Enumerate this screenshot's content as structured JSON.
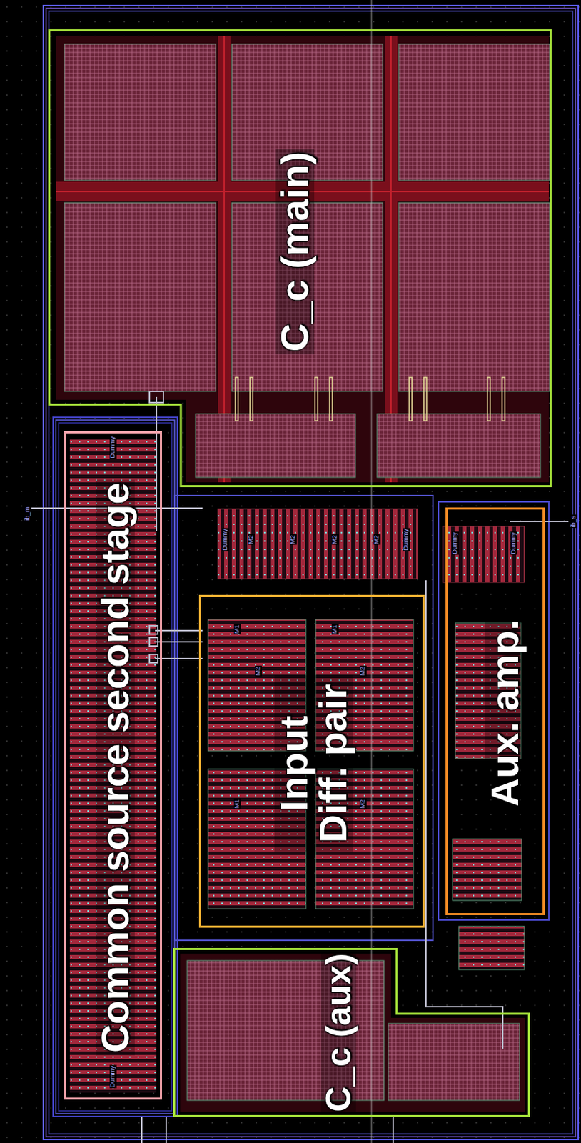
{
  "diagram": {
    "nodes": [
      {
        "text": [
          "C_c (main)"
        ]
      },
      {
        "text": [
          "Common source second stage"
        ]
      },
      {
        "text": [
          "Input Diff. pair"
        ]
      },
      {
        "text": [
          "Aux. amp."
        ]
      },
      {
        "text": [
          "C_c (aux)"
        ]
      }
    ],
    "labels": [
      "ib_m",
      "ib_s",
      "Dummy",
      "Dummy",
      "Dummy",
      "Dummy",
      "Dummy",
      "Dummy",
      "M2",
      "M2",
      "M2",
      "M2",
      "M1",
      "M2",
      "M1",
      "M2",
      "M1",
      "M2"
    ]
  }
}
